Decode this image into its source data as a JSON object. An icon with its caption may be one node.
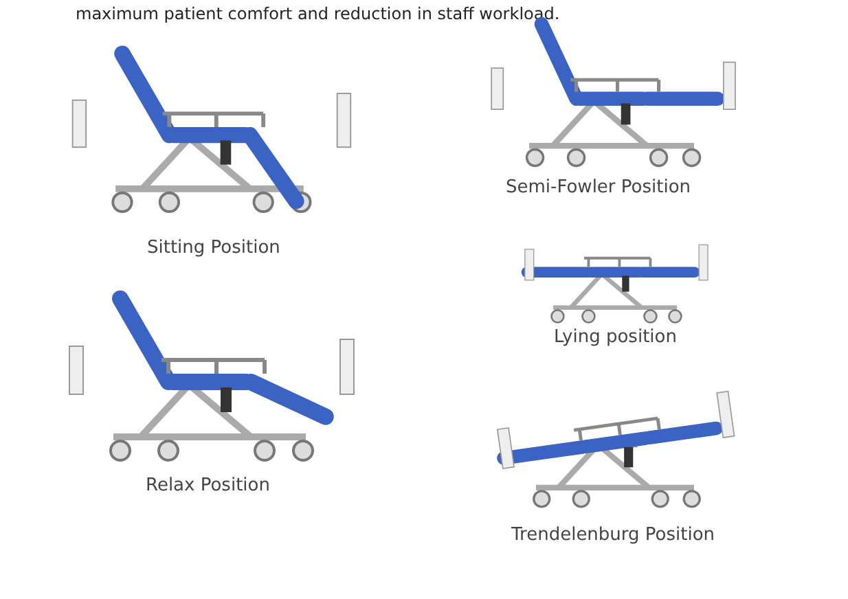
{
  "diagram": {
    "labels": [
      "maximum patient comfort and reduction in staff workload.",
      "Sitting Position",
      "Semi-Fowler Position",
      "Lying position",
      "Relax Position",
      "Trendelenburg Position"
    ]
  }
}
